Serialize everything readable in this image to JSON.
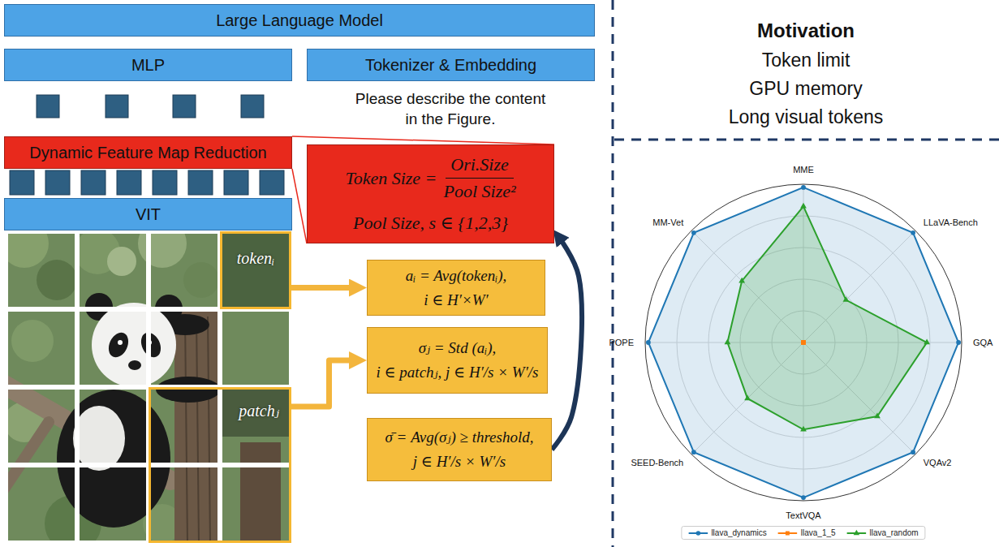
{
  "diagram": {
    "nodes": [
      {
        "text": [
          "Large Language Model"
        ]
      },
      {
        "text": [
          "MLP"
        ]
      },
      {
        "text": [
          "Tokenizer & Embedding"
        ]
      },
      {
        "text": [
          "Dynamic Feature Map Reduction"
        ]
      },
      {
        "text": [
          "Token Size =",
          "Ori.Size",
          "Pool Size²",
          "Pool Size, s ∈ {1,2,3}"
        ]
      },
      {
        "text": [
          "VIT"
        ]
      },
      {
        "text": [
          "tokenᵢ"
        ]
      },
      {
        "text": [
          "aᵢ = Avg(tokenᵢ),",
          "i ∈ H′×W′"
        ]
      },
      {
        "text": [
          "patchⱼ"
        ]
      },
      {
        "text": [
          "σⱼ = Std (aᵢ),",
          "i ∈ patchⱼ, j ∈ H′/s × W′/s"
        ]
      },
      {
        "text": [
          "σ̄ = Avg(σⱼ) ≥ threshold,",
          "j ∈ H′/s × W′/s"
        ]
      }
    ],
    "edges": [
      {
        "from": 3,
        "to": 4,
        "arrow": "none"
      },
      {
        "from": 3,
        "to": 4,
        "arrow": "none"
      },
      {
        "from": 6,
        "to": 7,
        "arrow": "to"
      },
      {
        "from": 8,
        "to": 9,
        "arrow": "to"
      },
      {
        "from": 10,
        "to": 4,
        "arrow": "to"
      }
    ],
    "labels": [
      "Please describe the content in the Figure.",
      "Motivation",
      "Token limit",
      "GPU memory",
      "Long visual tokens",
      "MME",
      "LLaVA-Bench",
      "GQA",
      "VQAv2",
      "TextVQA",
      "SEED-Bench",
      "POPE",
      "MM-Vet"
    ],
    "legend": [
      {
        "text": "llava_dynamics"
      },
      {
        "text": "llava_1_5"
      },
      {
        "text": "llava_random"
      }
    ]
  }
}
